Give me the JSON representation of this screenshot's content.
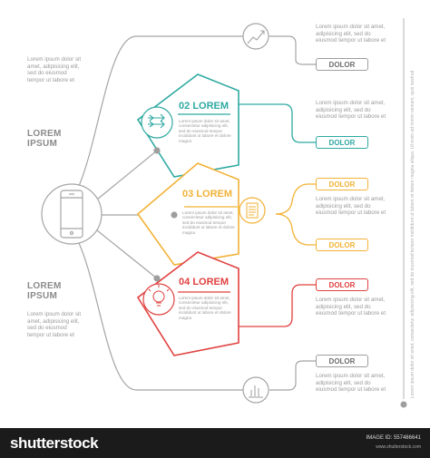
{
  "colors": {
    "gray": "#9e9e9e",
    "teal": "#2ea9a2",
    "yellow": "#f2b236",
    "red": "#e0413f",
    "dark": "#1b1b1b"
  },
  "left": {
    "top_text": "Lorem ipsum dolor sit amet, adipisicing elit, sed do eiusmod tempor ut labore et",
    "heading1": "LOREM IPSUM",
    "heading2": "LOREM IPSUM",
    "bottom_text": "Lorem ipsum dolor sit amet, adipisicing elit, sed do eiusmod tempor ut labore et",
    "center_icon": "smartphone-icon"
  },
  "nodes": [
    {
      "number": "02",
      "label": "LOREM",
      "icon": "arrows-icon",
      "text": "Lorem ipsum dolor sit amet, consectetur adipisicing elit, sed do eiusmod tempor incididunt ut labore et dolore magna"
    },
    {
      "number": "03",
      "label": "LOREM",
      "icon": "document-icon",
      "text": "Lorem ipsum dolor sit amet, consectetur adipisicing elit, sed do eiusmod tempor incididunt ut labore et dolore magna"
    },
    {
      "number": "04",
      "label": "LOREM",
      "icon": "lightbulb-icon",
      "text": "Lorem ipsum dolor sit amet, consectetur adipisicing elit, sed do eiusmod tempor incididunt ut labore et dolore magna"
    }
  ],
  "right_blocks": [
    {
      "text": "Lorem ipsum dolor sit amet, adipisicing elit, sed do eiusmod tempor ut labore et",
      "pill": "DOLOR",
      "icon": "trend-arrow-icon"
    },
    {
      "text": "Lorem ipsum dolor sit amet, adipisicing elit, sed do eiusmod tempor ut labore et",
      "pill": "DOLOR"
    },
    {
      "text": "Lorem ipsum dolor sit amet, adipisicing elit, sed do eiusmod tempor ut labore et",
      "pill": "DOLOR",
      "pill2": "DOLOR"
    },
    {
      "text": "Lorem ipsum dolor sit amet, adipisicing elit, sed do eiusmod tempor ut labore et",
      "pill": "DOLOR"
    },
    {
      "text": "Lorem ipsum dolor sit amet, adipisicing elit, sed do eiusmod tempor ut labore et",
      "pill": "DOLOR",
      "icon": "bar-chart-icon"
    }
  ],
  "vertical_text": "Lorem ipsum dolor sit amet, consectetur adipisicing elit, sed do eiusmod tempor incididunt ut labore et dolore magna aliqua. Ut enim ad minim veniam, quis nostrud",
  "footer": {
    "logo": "shutterstock",
    "image_id": "IMAGE ID: 557486641",
    "site": "www.shutterstock.com"
  }
}
